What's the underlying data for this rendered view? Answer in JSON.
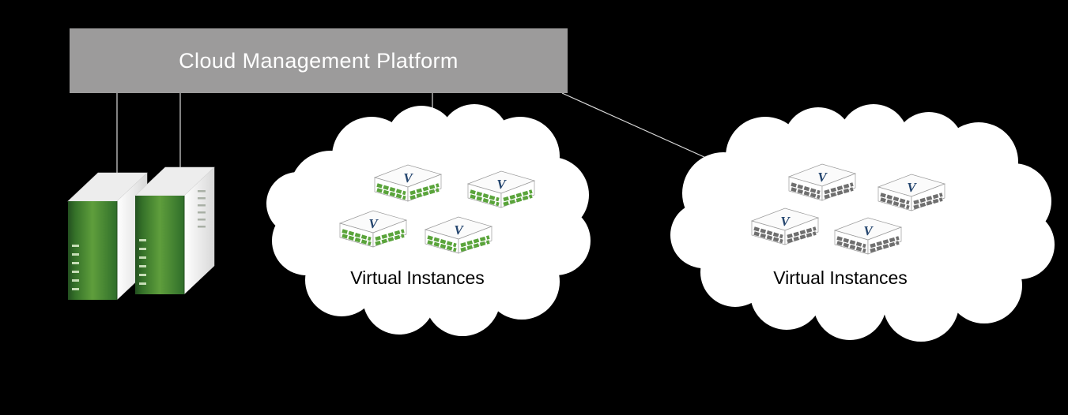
{
  "platform": {
    "label": "Cloud Management Platform"
  },
  "left_cloud": {
    "label": "Virtual Instances",
    "instance_letter": "V",
    "instance_count": 4,
    "stripe_color": "#5aa43b"
  },
  "right_cloud": {
    "label": "Virtual Instances",
    "instance_letter": "V",
    "instance_count": 4,
    "stripe_color": "#6f6f6f"
  },
  "colors": {
    "background": "#000000",
    "platform_box": "#9c9b9b",
    "platform_text": "#ffffff",
    "cloud_fill": "#ffffff",
    "cloud_label_text": "#000000",
    "server_green": "#4f8f36",
    "instance_letter": "#24456e",
    "connector_line": "#d9d9d9"
  }
}
